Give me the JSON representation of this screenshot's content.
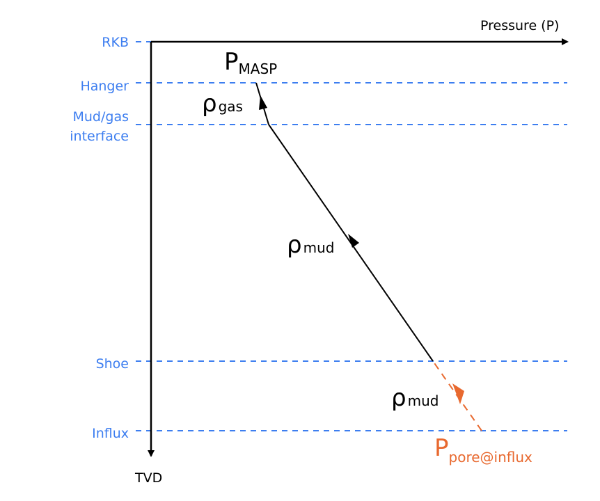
{
  "axes": {
    "x_label": "Pressure (P)",
    "y_label": "TVD"
  },
  "levels": [
    {
      "label": "RKB"
    },
    {
      "label": "Hanger"
    },
    {
      "label_line1": "Mud/gas",
      "label_line2": "interface"
    },
    {
      "label": "Shoe"
    },
    {
      "label": "Influx"
    }
  ],
  "annotations": {
    "p_masp": {
      "main": "P",
      "sub": "MASP"
    },
    "rho_gas": {
      "main": "ρ",
      "sub": "gas"
    },
    "rho_mud_upper": {
      "main": "ρ",
      "sub": "mud"
    },
    "rho_mud_lower": {
      "main": "ρ",
      "sub": "mud"
    },
    "p_pore": {
      "main": "P",
      "sub": "pore@influx"
    }
  },
  "colors": {
    "level": "#3d7ef0",
    "pore": "#e8692f",
    "axis": "#000000"
  }
}
